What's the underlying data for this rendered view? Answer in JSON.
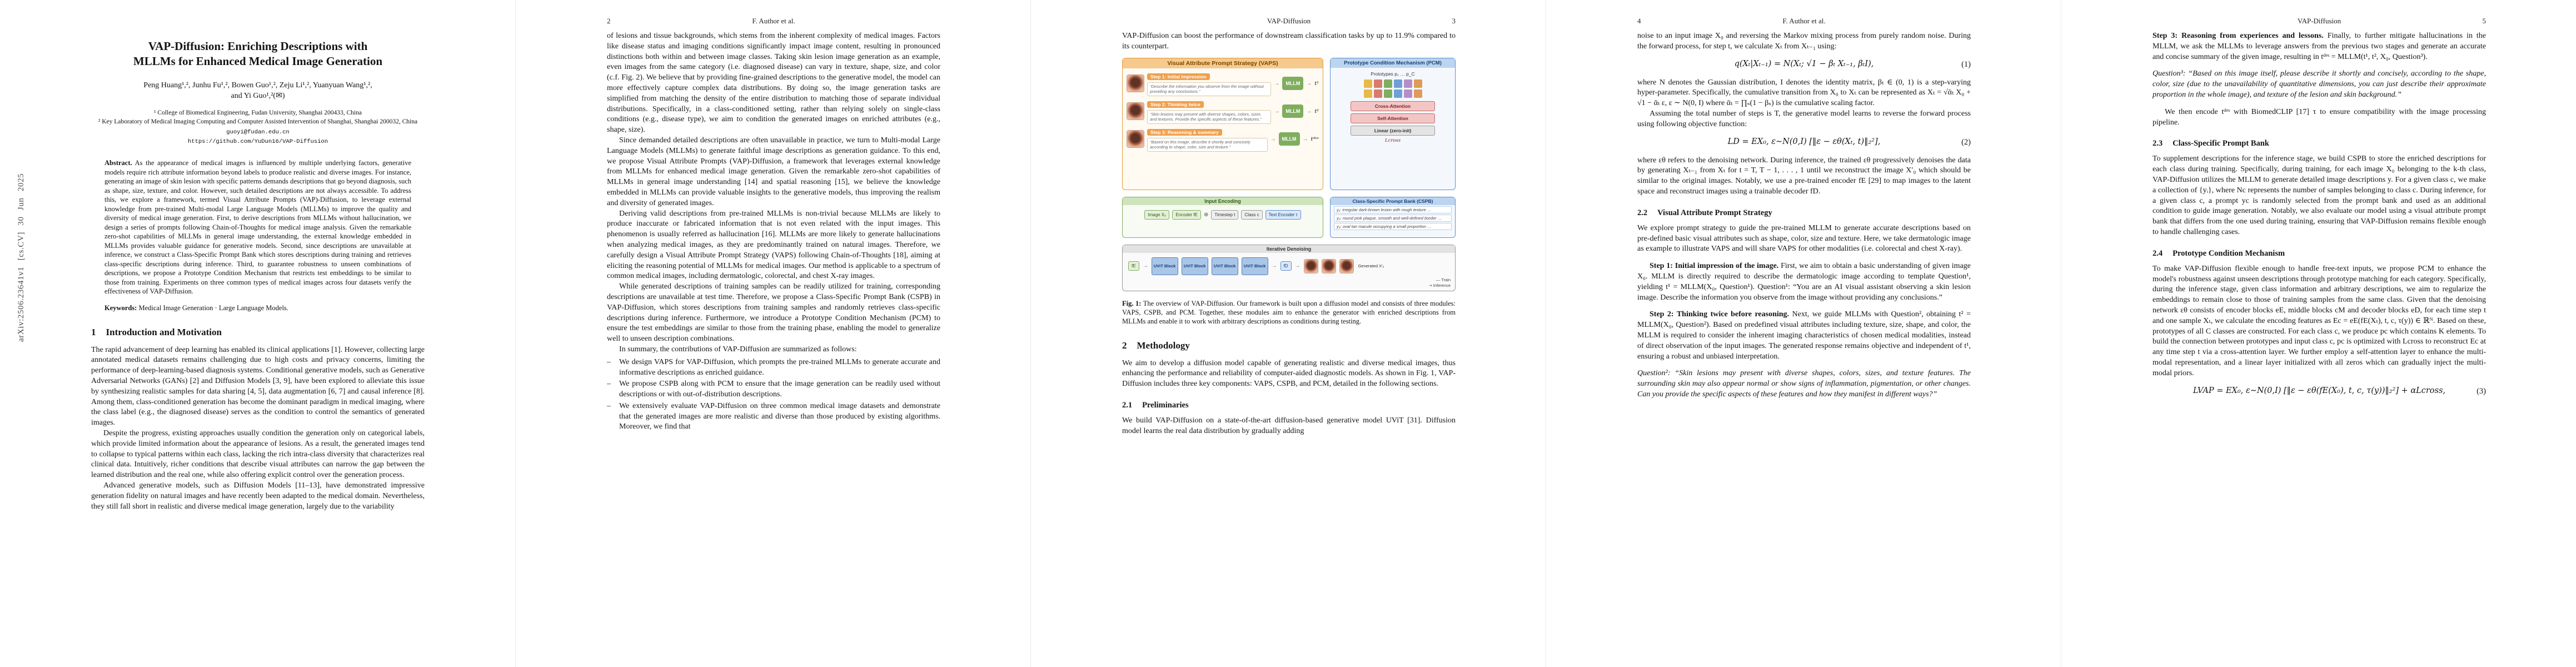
{
  "arxiv_stamp": "arXiv:2506.23641v1 [cs.CV] 30 Jun 2025",
  "runheads": {
    "even_title": "F. Author et al.",
    "odd_title": "VAP-Diffusion",
    "p2": "2",
    "p3": "3",
    "p4": "4",
    "p5": "5"
  },
  "colors": {
    "vaps_accent": "#df9a3e",
    "pcm_accent": "#5b8fd0",
    "enc_accent": "#7fae5f",
    "step_chip": "#ef9f4d",
    "mllm_chip": "#7fae5f",
    "attention_block": "#f3c6c6",
    "uvit_block": "#a9c6e8"
  },
  "page1": {
    "title_line1": "VAP-Diffusion: Enriching Descriptions with",
    "title_line2": "MLLMs for Enhanced Medical Image Generation",
    "authors_line1": "Peng Huang¹,², Junhu Fu¹,², Bowen Guo¹,², Zeju Li¹,², Yuanyuan Wang¹,²,",
    "authors_line2": "and Yi Guo¹,²(✉)",
    "affil1": "¹ College of Biomedical Engineering, Fudan University, Shanghai 200433, China",
    "affil2": "² Key Laboratory of Medical Imaging Computing and Computer Assisted Intervention of Shanghai, Shanghai 200032, China",
    "email": "guoyi@fudan.edu.cn",
    "github": "https://github.com/YuDun16/VAP-Diffusion",
    "abstract_label": "Abstract.",
    "abstract": "As the appearance of medical images is influenced by multiple underlying factors, generative models require rich attribute information beyond labels to produce realistic and diverse images. For instance, generating an image of skin lesion with specific patterns demands descriptions that go beyond diagnosis, such as shape, size, texture, and color. However, such detailed descriptions are not always accessible. To address this, we explore a framework, termed Visual Attribute Prompts (VAP)-Diffusion, to leverage external knowledge from pre-trained Multi-modal Large Language Models (MLLMs) to improve the quality and diversity of medical image generation. First, to derive descriptions from MLLMs without hallucination, we design a series of prompts following Chain-of-Thoughts for medical image analysis. Given the remarkable zero-shot capabilities of MLLMs in general image understanding, the external knowledge embedded in MLLMs provides valuable guidance for generative models. Second, since descriptions are unavailable at inference, we construct a Class-Specific Prompt Bank which stores descriptions during training and retrieves class-specific descriptions during inference. Third, to guarantee robustness to unseen combinations of descriptions, we propose a Prototype Condition Mechanism that restricts test embeddings to be similar to those from training. Experiments on three common types of medical images across four datasets verify the effectiveness of VAP-Diffusion.",
    "keywords_label": "Keywords:",
    "keywords": "Medical Image Generation · Large Language Models.",
    "sec1_num": "1",
    "sec1_title": "Introduction and Motivation",
    "para1": "The rapid advancement of deep learning has enabled its clinical applications [1]. However, collecting large annotated medical datasets remains challenging due to high costs and privacy concerns, limiting the performance of deep-learning-based diagnosis systems. Conditional generative models, such as Generative Adversarial Networks (GANs) [2] and Diffusion Models [3, 9], have been explored to alleviate this issue by synthesizing realistic samples for data sharing [4, 5], data augmentation [6, 7] and causal inference [8]. Among them, class-conditioned generation has become the dominant paradigm in medical imaging, where the class label (e.g., the diagnosed disease) serves as the condition to control the semantics of generated images.",
    "para2": "Despite the progress, existing approaches usually condition the generation only on categorical labels, which provide limited information about the appearance of lesions. As a result, the generated images tend to collapse to typical patterns within each class, lacking the rich intra-class diversity that characterizes real clinical data. Intuitively, richer conditions that describe visual attributes can narrow the gap between the learned distribution and the real one, while also offering explicit control over the generation process.",
    "para3": "Advanced generative models, such as Diffusion Models [11–13], have demonstrated impressive generation fidelity on natural images and have recently been adapted to the medical domain. Nevertheless, they still fall short in realistic and diverse medical image generation, largely due to the variability"
  },
  "page2": {
    "para1": "of lesions and tissue backgrounds, which stems from the inherent complexity of medical images. Factors like disease status and imaging conditions significantly impact image content, resulting in pronounced distinctions both within and between image classes. Taking skin lesion image generation as an example, even images from the same category (i.e. diagnosed disease) can vary in texture, shape, size, and color (c.f. Fig. 2). We believe that by providing fine-grained descriptions to the generative model, the model can more effectively capture complex data distributions. By doing so, the image generation tasks are simplified from matching the density of the entire distribution to matching those of separate individual distributions. Specifically, in a class-conditioned setting, rather than relying solely on single-class conditions (e.g., disease type), we aim to condition the generated images on enriched attributes (e.g., shape, size).",
    "para2": "Since demanded detailed descriptions are often unavailable in practice, we turn to Multi-modal Large Language Models (MLLMs) to generate faithful image descriptions as generation guidance. To this end, we propose Visual Attribute Prompts (VAP)-Diffusion, a framework that leverages external knowledge from MLLMs for enhanced medical image generation. Given the remarkable zero-shot capabilities of MLLMs in general image understanding [14] and spatial reasoning [15], we believe the knowledge embedded in MLLMs can provide valuable insights to the generative models, thus improving the realism and diversity of generated images.",
    "para3": "Deriving valid descriptions from pre-trained MLLMs is non-trivial because MLLMs are likely to produce inaccurate or fabricated information that is not even related with the input images. This phenomenon is usually referred as hallucination [16]. MLLMs are more likely to generate hallucinations when analyzing medical images, as they are predominantly trained on natural images. Therefore, we carefully design a Visual Attribute Prompt Strategy (VAPS) following Chain-of-Thoughts [18], aiming at eliciting the reasoning potential of MLLMs for medical images. Our method is applicable to a spectrum of common medical images, including dermatologic, colorectal, and chest X-ray images.",
    "para4": "While generated descriptions of training samples can be readily utilized for training, corresponding descriptions are unavailable at test time. Therefore, we propose a Class-Specific Prompt Bank (CSPB) in VAP-Diffusion, which stores descriptions from training samples and randomly retrieves class-specific descriptions during inference. Furthermore, we introduce a Prototype Condition Mechanism (PCM) to ensure the test embeddings are similar to those from the training phase, enabling the model to generalize well to unseen description combinations.",
    "para5": "In summary, the contributions of VAP-Diffusion are summarized as follows:",
    "bullet_dash": "–",
    "bullets": [
      "We design VAPS for VAP-Diffusion, which prompts the pre-trained MLLMs to generate accurate and informative descriptions as enriched guidance.",
      "We propose CSPB along with PCM to ensure that the image generation can be readily used without descriptions or with out-of-distribution descriptions.",
      "We extensively evaluate VAP-Diffusion on three common medical image datasets and demonstrate that the generated images are more realistic and diverse than those produced by existing algorithms. Moreover, we find that"
    ]
  },
  "page3": {
    "para_cont": "VAP-Diffusion can boost the performance of downstream classification tasks by up to 11.9% compared to its counterpart.",
    "caption_label": "Fig. 1:",
    "caption": "The overview of VAP-Diffusion. Our framework is built upon a diffusion model and consists of three modules: VAPS, CSPB, and PCM. Together, these modules aim to enhance the generator with enriched descriptions from MLLMs and enable it to work with arbitrary descriptions as conditions during testing.",
    "sec2_num": "2",
    "sec2_title": "Methodology",
    "meth_intro": "We aim to develop a diffusion model capable of generating realistic and diverse medical images, thus enhancing the performance and reliability of computer-aided diagnostic models. As shown in Fig. 1, VAP-Diffusion includes three key components: VAPS, CSPB, and PCM, detailed in the following sections.",
    "sec21_num": "2.1",
    "sec21_title": "Preliminaries",
    "pre_para": "We build VAP-Diffusion on a state-of-the-art diffusion-based generative model UViT [31]. Diffusion model learns the real data distribution by gradually adding",
    "figure": {
      "vaps_title": "Visual Attribute Prompt Strategy (VAPS)",
      "pcm_title": "Prototype Condition Mechanism (PCM)",
      "enc_title": "Input Encoding",
      "cspb_title": "Class-Specific Prompt Bank (CSPB)",
      "den_title": "Iterative Denoising",
      "step1_label": "Step 1: Initial impression",
      "step1_q": "“Describe the information you observe from the image without providing any conclusions.”",
      "step2_label": "Step 2: Thinking twice",
      "step2_q": "“Skin lesions may present with diverse shapes, colors, sizes and textures. Provide the specific aspects of these features.”",
      "step3_label": "Step 3: Reasoning & summary",
      "step3_q": "“Based on this image, describe it shortly and concisely according to shape, color, size and texture.”",
      "mllm": "MLLM",
      "out1": "t¹",
      "out2": "t²",
      "out3": "tᵈᵉˢ",
      "proto_label": "Prototypes p₁ … p_C",
      "cross": "Cross-Attention",
      "self": "Self-Attention",
      "linear": "Linear (zero-init)",
      "lcross": "Lcross",
      "chip_image": "Image X₀",
      "chip_fe": "Encoder fE",
      "chip_t": "Timestep t",
      "chip_c": "Class c",
      "chip_tau": "Text Encoder τ",
      "plus": "⊕",
      "bank_rows": [
        "y₁: irregular dark-brown lesion with rough texture …",
        "y₂: round pink plaque, smooth and well-defined border …",
        "y₃: oval tan macule occupying a small proportion …"
      ],
      "fe": "fE",
      "uvit_block": "UViT Block",
      "fd": "fD",
      "gen_label": "Generated X′₀",
      "legend_train": "— Train",
      "legend_infer": "⇢ Inference",
      "arrow_right": "→",
      "arrow_down": "↓"
    }
  },
  "page4": {
    "para1": "noise to an input image X₀ and reversing the Markov mixing process from purely random noise. During the forward process, for step t, we calculate Xₜ from Xₜ₋₁ using:",
    "eq1": "q(Xₜ|Xₜ₋₁) = N(Xₜ; √1 − βₜ Xₜ₋₁, βₜI),",
    "eq1_num": "(1)",
    "para2": "where N denotes the Gaussian distribution, I denotes the identity matrix, βₜ ∈ (0, 1) is a step-varying hyper-parameter. Specifically, the cumulative transition from X₀ to Xₜ can be represented as Xₜ = √ᾱₜ X₀ + √1 − ᾱₜ ε, ε ∼ N(0, I) where ᾱₜ = ∏ₛ(1 − βₛ) is the cumulative scaling factor.",
    "para3": "Assuming the total number of steps is T, the generative model learns to reverse the forward process using following objective function:",
    "eq2": "LD = EX₀, ε∼N(0,I) [‖ε − εθ(Xₜ, t)‖₂²],",
    "eq2_num": "(2)",
    "para4": "where εθ refers to the denoising network. During inference, the trained εθ progressively denoises the data by generating Xₜ₋₁ from Xₜ for t = T, T − 1, . . . , 1 until we reconstruct the image X′₀ which should be similar to the original images. Notably, we use a pre-trained encoder fE [29] to map images to the latent space and reconstruct images using a trainable decoder fD.",
    "sec22_num": "2.2",
    "sec22_title": "Visual Attribute Prompt Strategy",
    "para5": "We explore prompt strategy to guide the pre-trained MLLM to generate accurate descriptions based on pre-defined basic visual attributes such as shape, color, size and texture. Here, we take dermatologic image as example to illustrate VAPS and will share VAPS for other modalities (i.e. colorectal and chest X-ray).",
    "step1_head": "Step 1: Initial impression of the image.",
    "step1_body": "First, we aim to obtain a basic understanding of given image X₀. MLLM is directly required to describe the dermatologic image according to template Question¹, yielding t¹ = MLLM(X₀, Question¹). Question¹: “You are an AI visual assistant observing a skin lesion image. Describe the information you observe from the image without providing any conclusions.”",
    "step2_head": "Step 2: Thinking twice before reasoning.",
    "step2_body": "Next, we guide MLLMs with Question², obtaining t² = MLLM(X₀, Question²). Based on predefined visual attributes including texture, size, shape, and color, the MLLM is required to consider the inherent imaging characteristics of chosen medical modalities, instead of direct observation of the input images. The generated response remains objective and independent of t¹, ensuring a robust and unbiased interpretation.",
    "q2_para": "Question²: “Skin lesions may present with diverse shapes, colors, sizes, and texture features. The surrounding skin may also appear normal or show signs of inflammation, pigmentation, or other changes. Can you provide the specific aspects of these features and how they manifest in different ways?”"
  },
  "page5": {
    "step3_head": "Step 3: Reasoning from experiences and lessons.",
    "step3_body": "Finally, to further mitigate hallucinations in the MLLM, we ask the MLLMs to leverage answers from the previous two stages and generate an accurate and concise summary of the given image, resulting in tᵈᵉˢ = MLLM(t¹, t², X₀, Question³).",
    "q3_para": "Question³: “Based on this image itself, please describe it shortly and concisely, according to the shape, color, size (due to the unavailability of quantitative dimensions, you can just describe their approximate proportion in the whole image), and texture of the lesion and skin background.”",
    "clip_para": "We then encode tᵈᵉˢ with BiomedCLIP [17] τ to ensure compatibility with the image processing pipeline.",
    "sec23_num": "2.3",
    "sec23_title": "Class-Specific Prompt Bank",
    "para23": "To supplement descriptions for the inference stage, we build CSPB to store the enriched descriptions for each class during training. Specifically, during training, for each image X₀ belonging to the k-th class, VAP-Diffusion utilizes the MLLM to generate detailed image descriptions y. For a given class c, we make a collection of {yᵢ}, where Nc represents the number of samples belonging to class c. During inference, for a given class c, a prompt yc is randomly selected from the prompt bank and used as an additional condition to guide image generation. Notably, we also evaluate our model using a visual attribute prompt bank that differs from the one used during training, ensuring that VAP-Diffusion remains flexible enough to handle challenging cases.",
    "sec24_num": "2.4",
    "sec24_title": "Prototype Condition Mechanism",
    "para24": "To make VAP-Diffusion flexible enough to handle free-text inputs, we propose PCM to enhance the model's robustness against unseen descriptions through prototype matching for each category. Specifically, during the inference stage, given class information and arbitrary descriptions, we aim to regularize the embeddings to remain close to those of training samples from the same class. Given that the denoising network εθ consists of encoder blocks eE, middle blocks cM and decoder blocks eD, for each time step t and one sample Xₜ, we calculate the encoding features as Ec = eE(fE(Xₜ), t, c, τ(y)) ∈ ℝᴺ. Based on these, prototypes of all C classes are constructed. For each class c, we produce pc which contains K elements. To build the connection between prototypes and input class c, pc is optimized with Lcross to reconstruct Ec at any time step t via a cross-attention layer. We further employ a self-attention layer to enhance the multi-modal representation, and a linear layer initialized with all zeros which can gradually inject the multi-modal priors.",
    "eq3": "LVAP = EX₀, ε∼N(0,I) [‖ε − εθ(fE(X₀), t, c, τ(y))‖₂²] + αLcross,",
    "eq3_num": "(3)"
  }
}
